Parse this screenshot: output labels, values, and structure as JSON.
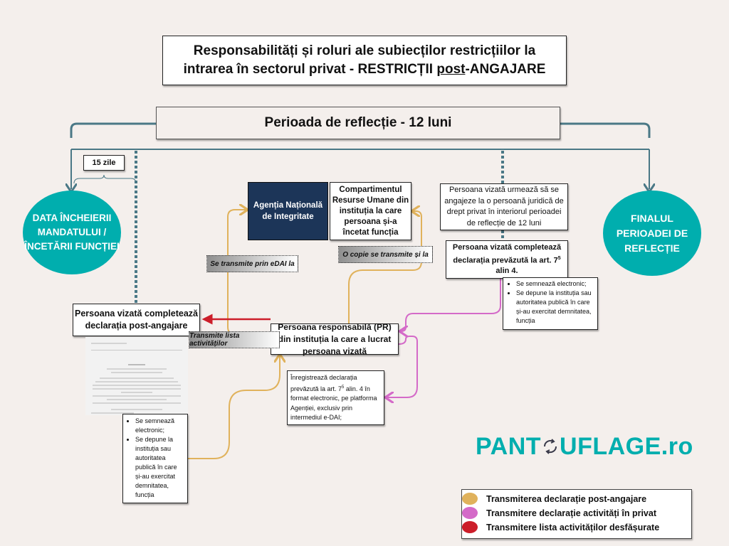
{
  "title": {
    "line1": "Responsabilități și roluri ale subiecților restricțiilor la",
    "line2_pre": "intrarea în sectorul privat  - RESTRICȚII ",
    "line2_underlined": "post",
    "line2_post": "-ANGAJARE"
  },
  "period": {
    "label": "Perioada de reflecție - 12 luni"
  },
  "days": {
    "label": "15 zile"
  },
  "start_circle": {
    "label": "DATA ÎNCHEIERII MANDATULUI / ÎNCETĂRII FUNCȚIEI"
  },
  "end_circle": {
    "label": "FINALUL PERIOADEI DE REFLECȚIE"
  },
  "ani": {
    "label": "Agenția Națională de Integritate"
  },
  "hr": {
    "label": "Compartimentul Resurse Umane din instituția la care persoana și-a încetat funcția"
  },
  "private_employment": {
    "label": "Persoana vizată urmează să se angajeze la o persoană juridică de drept privat în interiorul perioadei de reflecție de 12 luni"
  },
  "art_declaration": {
    "pre": "Persoana vizată completează declarația prevăzută la art. 7",
    "sup": "5",
    "post": " alin 4."
  },
  "art_bullets": [
    "Se semnează electronic;",
    "Se depune la instituția sau autoritatea publică în care și-au exercitat demnitatea, funcția"
  ],
  "post_declaration": {
    "label": "Persoana vizată completează declarația post-angajare"
  },
  "post_bullets": [
    "Se semnează electronic;",
    "Se depune la instituția sau autoritatea publică în care și-au exercitat demnitatea, funcția"
  ],
  "responsible": {
    "label": "Persoana responsabilă (PR) din instituția la care a lucrat persoana vizată"
  },
  "register": {
    "pre": "Înregistrează declarația prevăzută la art. 7",
    "sup": "5",
    "post": " alin. 4 în format electronic, pe platforma Agenției, exclusiv prin intermediul e-DAI;"
  },
  "tags": {
    "edai": "Se transmite prin eDAI la",
    "copy": "O copie se transmite și la",
    "list": "Transmite lista activităților"
  },
  "logo": {
    "pre": "PANT",
    "icon": "refresh-cycle-icon",
    "post": "UFLAGE.ro"
  },
  "legend": [
    {
      "label": "Transmiterea declarație post-angajare",
      "color": "#e0b25c"
    },
    {
      "label": "Transmitere declarație activități în privat",
      "color": "#d46ac8"
    },
    {
      "label": "Transmitere lista activităților desfășurate",
      "color": "#cc1e2a"
    }
  ],
  "colors": {
    "teal": "#00aeae",
    "navy": "#1c3558",
    "timeline": "#4a7886",
    "post_flow": "#e0b25c",
    "private_flow": "#d46ac8",
    "list_flow": "#cc1e2a"
  }
}
